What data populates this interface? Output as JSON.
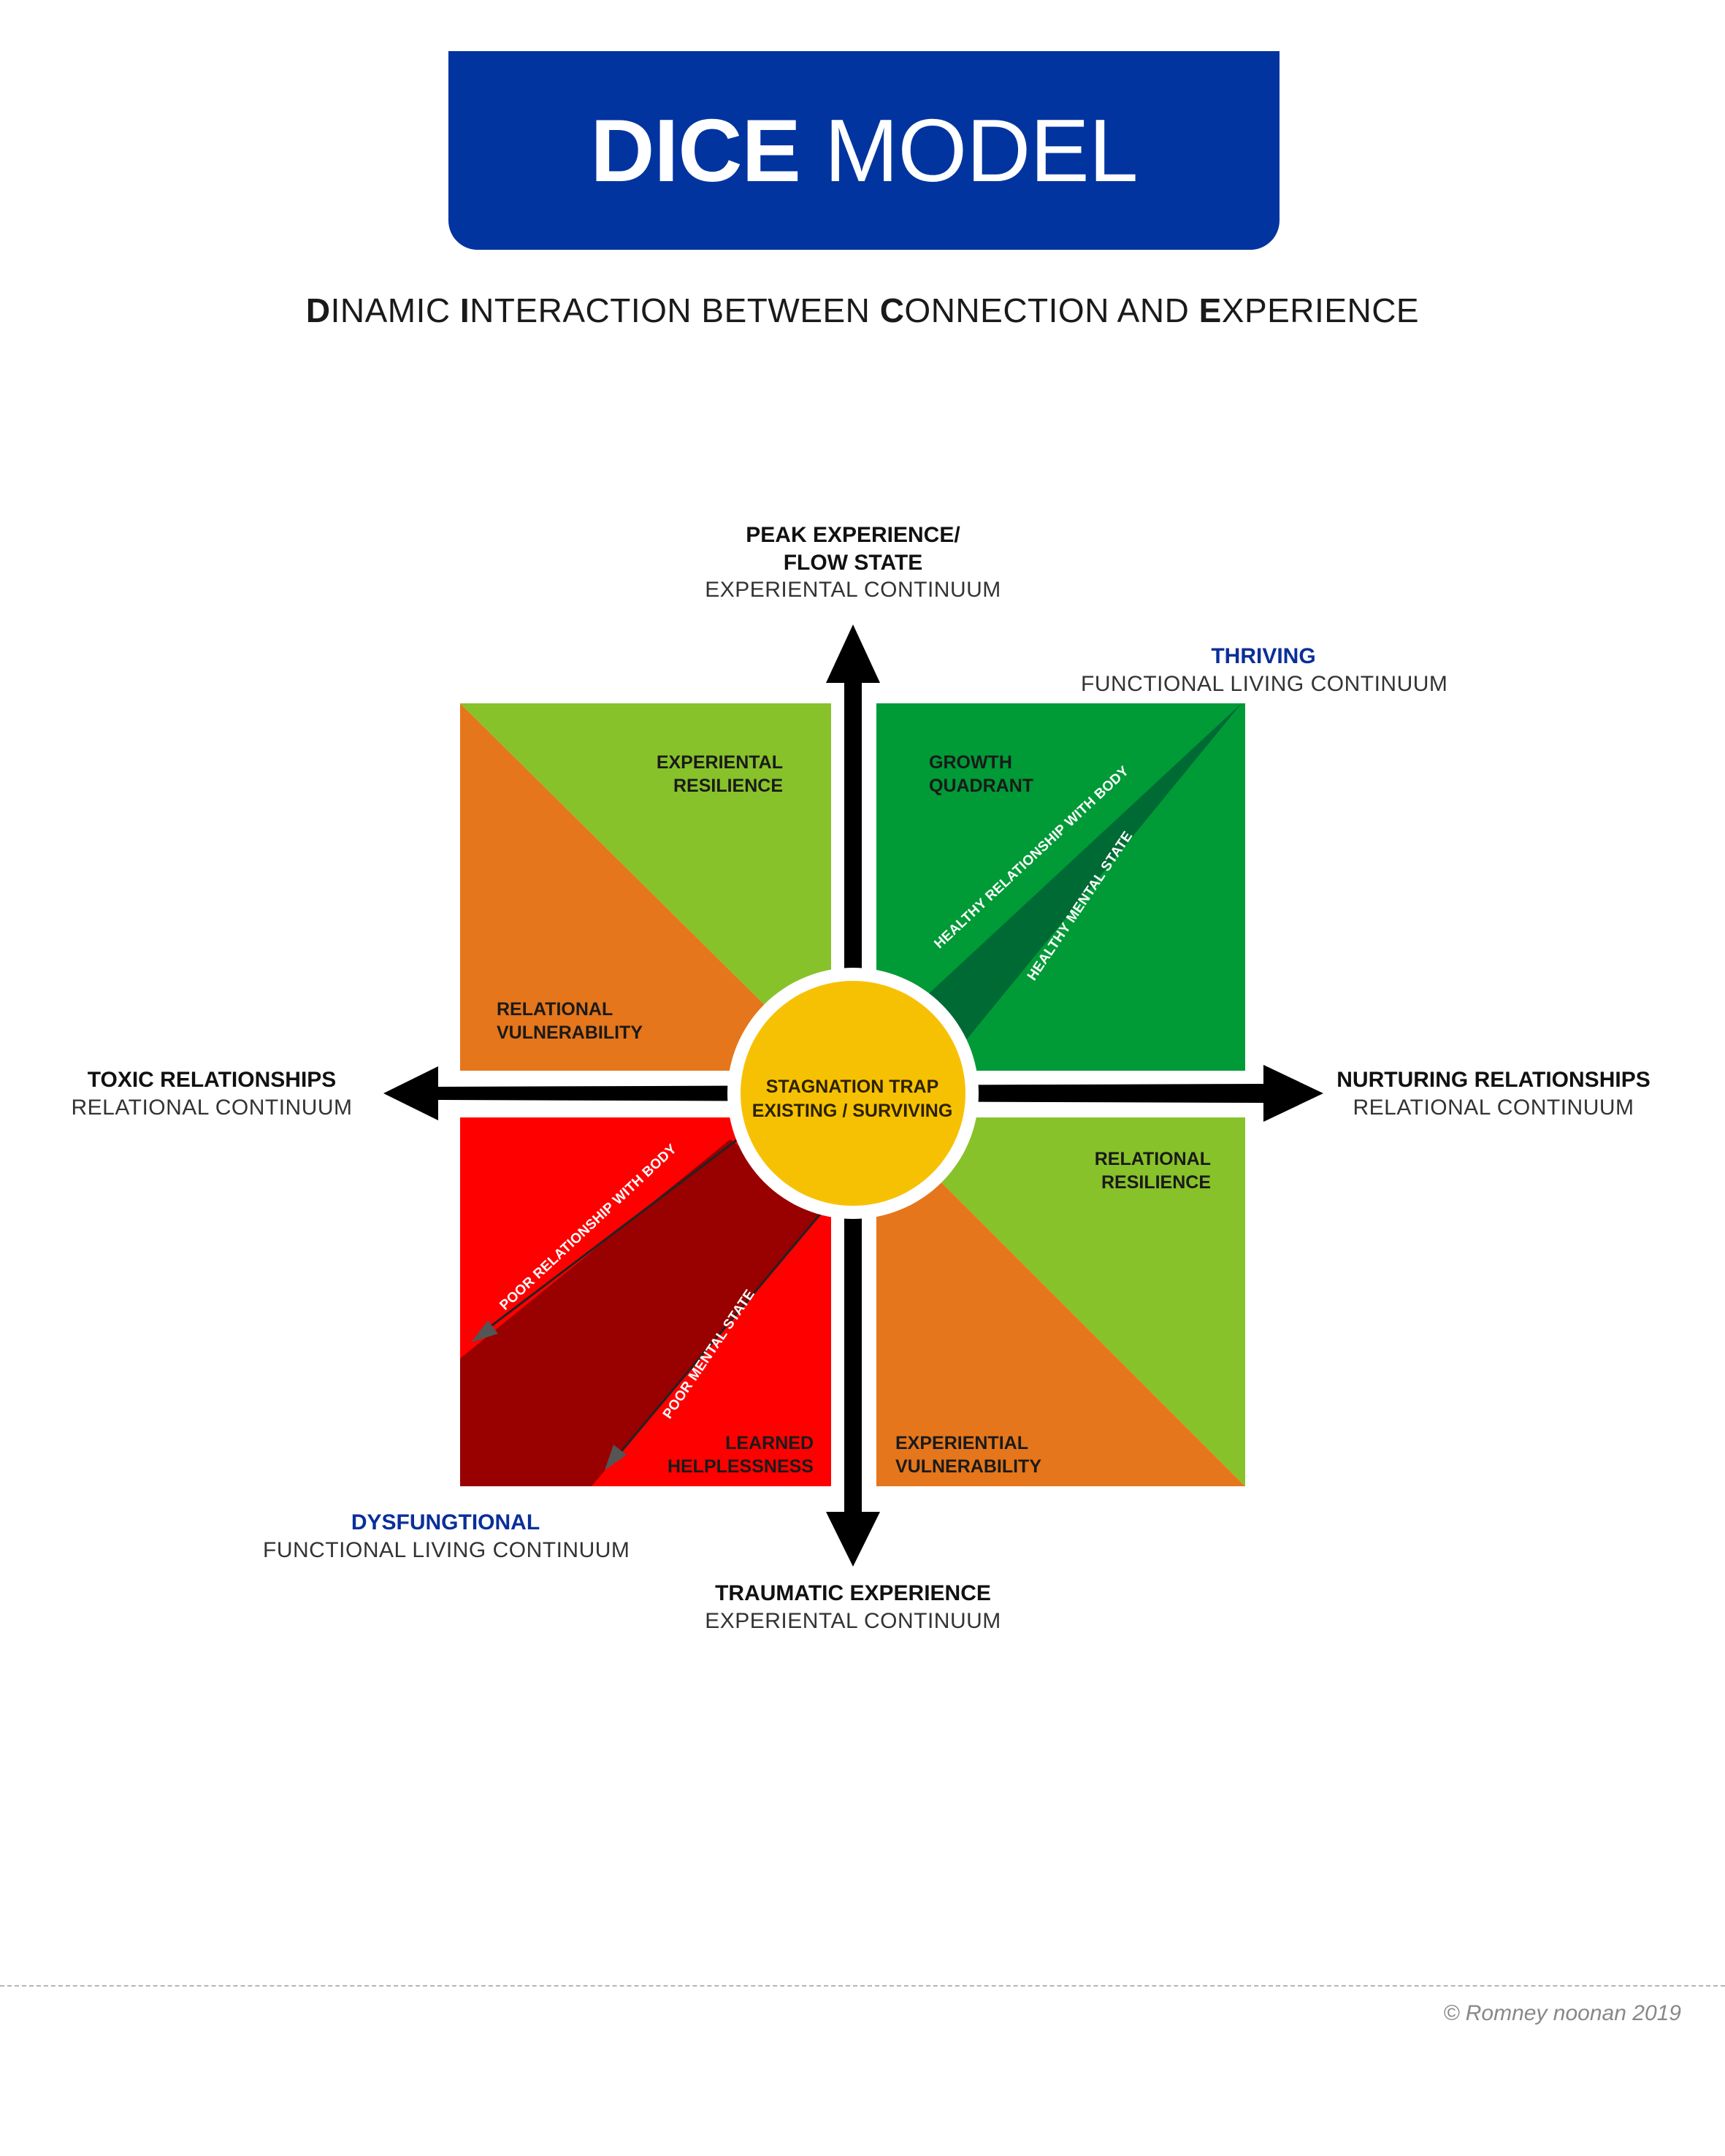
{
  "colors": {
    "banner": "#0234a0",
    "growth_green": "#009a36",
    "growth_dark": "#006a35",
    "light_green": "#87c22a",
    "orange": "#e5761b",
    "red": "#fe0000",
    "dark_red": "#990000",
    "center_yellow": "#f7c103",
    "thriving_blue": "#0a2f9a"
  },
  "header": {
    "title_bold": "DICE",
    "title_light": " MODEL",
    "subtitle_parts": [
      {
        "b": "D",
        "t": "INAMIC "
      },
      {
        "b": "I",
        "t": "NTERACTION BETWEEN "
      },
      {
        "b": "C",
        "t": "ONNECTION AND "
      },
      {
        "b": "E",
        "t": "XPERIENCE"
      }
    ]
  },
  "axes": {
    "top": {
      "line1": "PEAK EXPERIENCE/",
      "line2": "FLOW STATE",
      "sub": "EXPERIENTAL CONTINUUM"
    },
    "bottom": {
      "line1": "TRAUMATIC EXPERIENCE",
      "sub": "EXPERIENTAL CONTINUUM"
    },
    "left": {
      "line1": "TOXIC RELATIONSHIPS",
      "sub": "RELATIONAL CONTINUUM"
    },
    "right": {
      "line1": "NURTURING RELATIONSHIPS",
      "sub": "RELATIONAL CONTINUUM"
    },
    "thriving": {
      "line1": "THRIVING",
      "sub": "FUNCTIONAL LIVING CONTINUUM"
    },
    "dysfunctional": {
      "line1": "DYSFUNGTIONAL",
      "sub": "FUNCTIONAL LIVING CONTINUUM"
    }
  },
  "quadrants": {
    "experiental_resilience": [
      "EXPERIENTAL",
      "RESILIENCE"
    ],
    "growth_quadrant": [
      "GROWTH",
      "QUADRANT"
    ],
    "relational_vulnerability": [
      "RELATIONAL",
      "VULNERABILITY"
    ],
    "relational_resilience": [
      "RELATIONAL",
      "RESILIENCE"
    ],
    "learned_helplessness": [
      "LEARNED",
      "HELPLESSNESS"
    ],
    "experiential_vulnerability": [
      "EXPERIENTIAL",
      "VULNERABILITY"
    ]
  },
  "center": {
    "line1": "STAGNATION TRAP",
    "line2": "EXISTING / SURVIVING"
  },
  "diagonals": {
    "healthy_body": "HEALTHY RELATIONSHIP WITH BODY",
    "healthy_mental": "HEALTHY MENTAL STATE",
    "poor_body": "POOR RELATIONSHIP WITH BODY",
    "poor_mental": "POOR MENTAL STATE"
  },
  "footer": {
    "copyright": "© Romney noonan 2019"
  }
}
